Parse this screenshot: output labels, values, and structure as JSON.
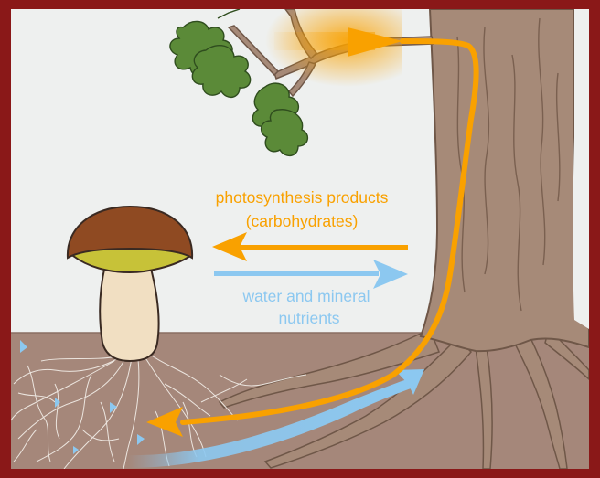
{
  "diagram": {
    "colors": {
      "sky": "#eef0ef",
      "soil": "#a5877a",
      "trunk": "#a68a78",
      "trunk_line": "#6f5748",
      "mushroom_cap": "#8f4a22",
      "mushroom_gills": "#c7c238",
      "mushroom_stem": "#f1dfc2",
      "carbohydrate_flow": "#f9a100",
      "water_flow": "#8cc8f0",
      "leaf": "#5b8a38",
      "frame": "#8a1818"
    },
    "labels": {
      "carbohydrates_line1": "photosynthesis products",
      "carbohydrates_line2": "(carbohydrates)",
      "water_line1": "water and mineral",
      "water_line2": "nutrients"
    }
  }
}
